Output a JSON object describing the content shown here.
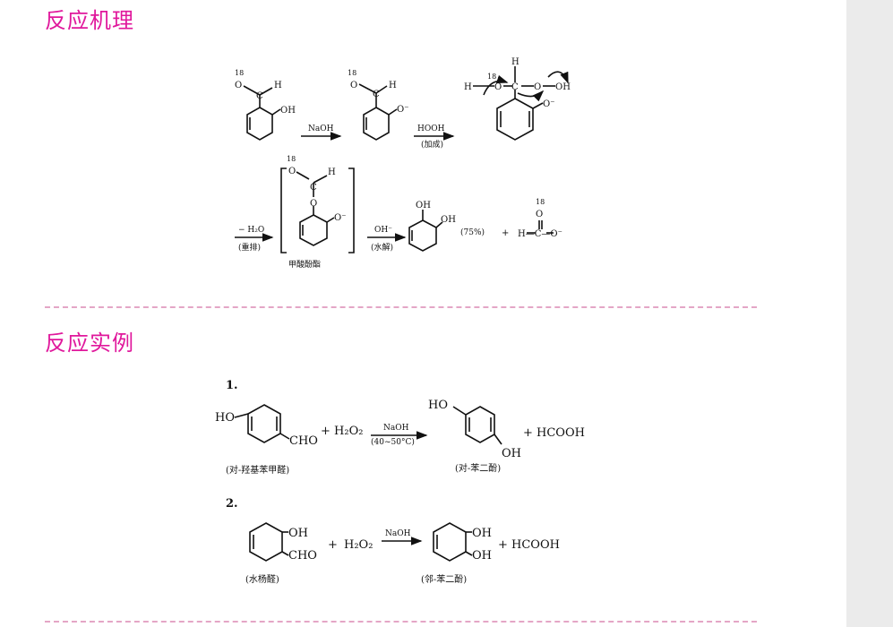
{
  "colors": {
    "heading": "#e0189c",
    "divider": "#e4a6c6",
    "panel": "#ebebeb",
    "ink": "#111111"
  },
  "section1": {
    "title": "反应机理",
    "labels": {
      "iso_top": "18",
      "iso_top2": "18",
      "iso_inter": "18",
      "iso_prod": "18",
      "o": "O",
      "c": "C",
      "h": "H",
      "oh": "OH",
      "o_minus": "O⁻",
      "naoh": "NaOH",
      "hooh": "HOOH",
      "jiacheng": "(加成)",
      "minus_h2o": "− H₂O",
      "chongpai": "(重排)",
      "oh_minus": "OH⁻",
      "shuijie": "(水解)",
      "ester_name": "甲酸酚酯",
      "yield": "(75%)",
      "plus": "+",
      "formate": "H—C—O⁻"
    }
  },
  "section2": {
    "title": "反应实例",
    "ex1": {
      "num": "1.",
      "ho": "HO",
      "cho": "CHO",
      "plus_h2o2": "+ H₂O₂",
      "naoh": "NaOH",
      "temp": "(40~50°C)",
      "ho2": "HO",
      "oh": "OH",
      "plus_hcooh": "+ HCOOH",
      "name_reactant": "(对-羟基苯甲醛)",
      "name_product": "(对-苯二酚)"
    },
    "ex2": {
      "num": "2.",
      "oh": "OH",
      "cho": "CHO",
      "plus": "+",
      "h2o2": "H₂O₂",
      "naoh": "NaOH",
      "oh1": "OH",
      "oh2": "OH",
      "plus_hcooh": "+ HCOOH",
      "name_reactant": "(水杨醛)",
      "name_product": "(邻-苯二酚)"
    }
  }
}
